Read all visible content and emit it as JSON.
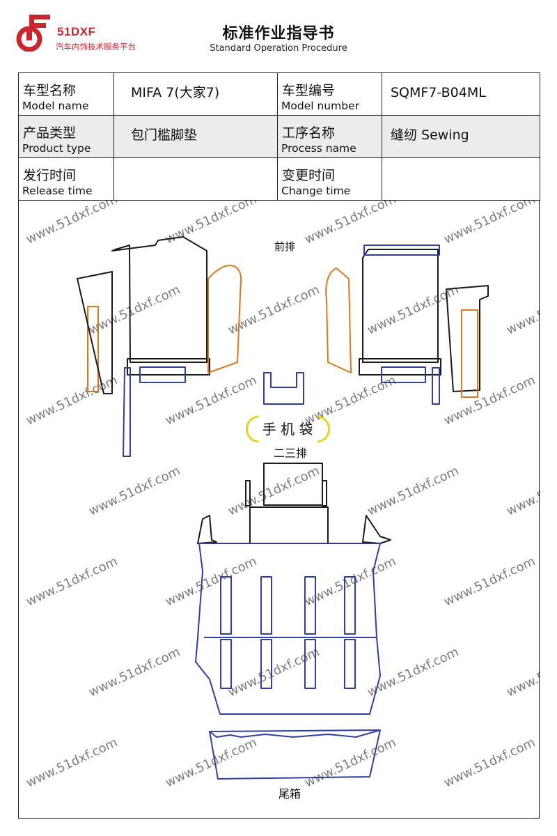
{
  "logo": {
    "name": "51DXF",
    "tagline": "汽车内饰技术服务平台"
  },
  "header": {
    "title": "标准作业指导书",
    "subtitle": "Standard Operation Procedure"
  },
  "info": {
    "model_name_zh": "车型名称",
    "model_name_en": "Model name",
    "model_name_value": "MIFA 7(大家7)",
    "model_number_zh": "车型编号",
    "model_number_en": "Model number",
    "model_number_value": "SQMF7-B04ML",
    "product_type_zh": "产品类型",
    "product_type_en": "Product type",
    "product_type_value": "包门槛脚垫",
    "process_name_zh": "工序名称",
    "process_name_en": "Process name",
    "process_name_value": "缝纫 Sewing",
    "release_time_zh": "发行时间",
    "release_time_en": "Release time",
    "release_time_value": "",
    "change_time_zh": "变更时间",
    "change_time_en": "Change time",
    "change_time_value": ""
  },
  "drawing": {
    "labels": {
      "front_row": "前排",
      "phone_pocket": "手 机 袋",
      "second_third_row": "二三排",
      "trunk": "尾箱"
    },
    "watermark": "www.51dxf.com",
    "colors": {
      "outline": "#1a1a1a",
      "blue": "#2e3f9e",
      "orange": "#d9781f",
      "yellow": "#e8d21a",
      "watermark": "#f0c9c9"
    }
  }
}
